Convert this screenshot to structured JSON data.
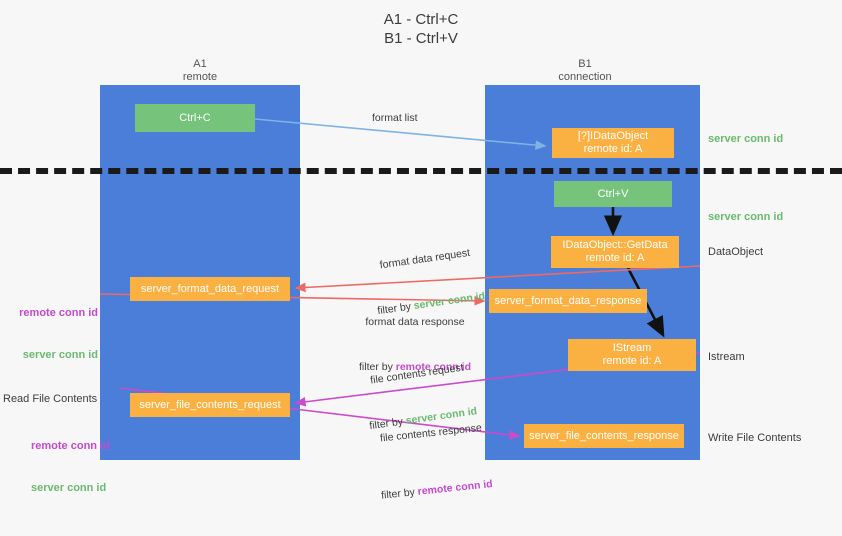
{
  "title": "A1 - Ctrl+C\nB1 - Ctrl+V",
  "lanes": {
    "a": {
      "header": "A1\nremote"
    },
    "b": {
      "header": "B1\nconnection"
    }
  },
  "boxes": {
    "ctrl_c": {
      "line1": "Ctrl+C",
      "color": "#76c47c"
    },
    "ctrl_v": {
      "line1": "Ctrl+V",
      "color": "#76c47c"
    },
    "idataobject": {
      "line1": "[?]IDataObject",
      "line2": "remote id: A",
      "color": "#fbb042"
    },
    "getdata": {
      "line1": "IDataObject::GetData",
      "line2": "remote id: A",
      "color": "#fbb042"
    },
    "istream": {
      "line1": "IStream",
      "line2": "remote id: A",
      "color": "#fbb042"
    },
    "server_format_data_request": {
      "line1": "server_format_data_request",
      "color": "#fbb042"
    },
    "server_format_data_response": {
      "line1": "server_format_data_response",
      "color": "#fbb042"
    },
    "server_file_contents_request": {
      "line1": "server_file_contents_request",
      "color": "#fbb042"
    },
    "server_file_contents_response": {
      "line1": "server_file_contents_response",
      "color": "#fbb042"
    }
  },
  "right_labels": {
    "server_conn_id_1": "server conn id",
    "server_conn_id_2": "server conn id",
    "dataobject": "DataObject",
    "istream": "Istream",
    "write_file_contents": "Write File Contents"
  },
  "left_labels": {
    "remote_conn_id_1": "remote conn id",
    "server_conn_id_1": "server conn id",
    "read_file_contents": "Read File Contents",
    "remote_conn_id_2": "remote conn id",
    "server_conn_id_2": "server conn id"
  },
  "flows": {
    "format_list": "format list",
    "format_data_request": {
      "line1": "format data request",
      "prefix": "filter by ",
      "highlight": "server conn id"
    },
    "format_data_response": {
      "line1": "format data response",
      "prefix": "filter by ",
      "highlight": "remote conn id"
    },
    "file_contents_request": {
      "line1": "file contents request",
      "prefix": "filter by ",
      "highlight": "server conn id"
    },
    "file_contents_response": {
      "line1": "file contents response",
      "prefix": "filter by ",
      "highlight": "remote conn id"
    }
  },
  "colors": {
    "lane": "#4a7ed8",
    "green": "#6aba6f",
    "purple": "#c44ad0",
    "orange": "#fbb042",
    "arrow_blue": "#7fb2e5",
    "arrow_red": "#ec6a63",
    "arrow_magenta": "#cc4acc",
    "arrow_dark": "#111111",
    "background": "#f7f7f7"
  }
}
